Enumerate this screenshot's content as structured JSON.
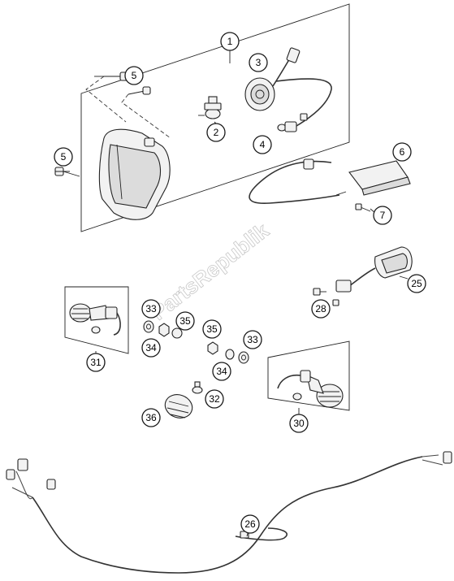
{
  "watermark": "PartsRepublik",
  "callouts": [
    {
      "id": "c1",
      "label": "1"
    },
    {
      "id": "c2",
      "label": "2"
    },
    {
      "id": "c3",
      "label": "3"
    },
    {
      "id": "c4",
      "label": "4"
    },
    {
      "id": "c5a",
      "label": "5"
    },
    {
      "id": "c5b",
      "label": "5"
    },
    {
      "id": "c6",
      "label": "6"
    },
    {
      "id": "c7",
      "label": "7"
    },
    {
      "id": "c25",
      "label": "25"
    },
    {
      "id": "c28",
      "label": "28"
    },
    {
      "id": "c31",
      "label": "31"
    },
    {
      "id": "c33a",
      "label": "33"
    },
    {
      "id": "c35a",
      "label": "35"
    },
    {
      "id": "c34a",
      "label": "34"
    },
    {
      "id": "c35b",
      "label": "35"
    },
    {
      "id": "c33b",
      "label": "33"
    },
    {
      "id": "c34b",
      "label": "34"
    },
    {
      "id": "c32",
      "label": "32"
    },
    {
      "id": "c36",
      "label": "36"
    },
    {
      "id": "c30",
      "label": "30"
    },
    {
      "id": "c26",
      "label": "26"
    }
  ]
}
